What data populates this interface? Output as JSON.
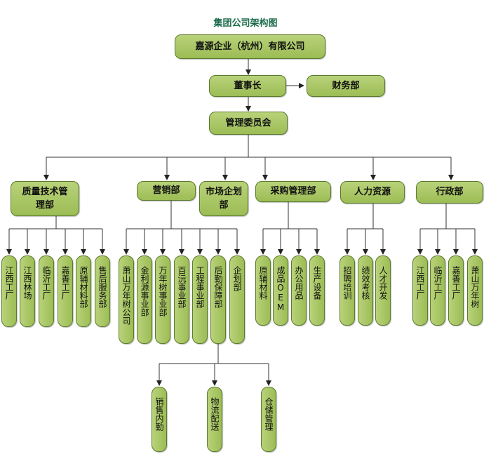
{
  "title": "集团公司架构图",
  "top": {
    "company": "嘉源企业（杭州）有限公司",
    "chairman": "董事长",
    "finance": "财务部",
    "committee": "管理委员会"
  },
  "departments": {
    "quality": "质量技术管理部",
    "sales": "营销部",
    "marketing": "市场企划部",
    "purchasing": "采购管理部",
    "hr": "人力资源",
    "admin": "行政部"
  },
  "quality_units": [
    "江西工厂",
    "江西林场",
    "临沂工厂",
    "嘉善工厂",
    "原辅材料部",
    "售后服务部"
  ],
  "sales_units": [
    "萧山万年树公司",
    "金利源事业部",
    "万年树事业部",
    "百沅事业部",
    "工程事业部",
    "后勤保障部",
    "企划部"
  ],
  "purchasing_units": [
    "原辅材料",
    "成品OEM",
    "办公用品",
    "生产设备"
  ],
  "hr_units": [
    "招聘培训",
    "绩效考核",
    "人才开发"
  ],
  "admin_units": [
    "江西工厂",
    "临沂工厂",
    "嘉善工厂",
    "萧山万年树"
  ],
  "logistics_units": [
    "销售内勤",
    "物流配送",
    "仓储管理"
  ]
}
